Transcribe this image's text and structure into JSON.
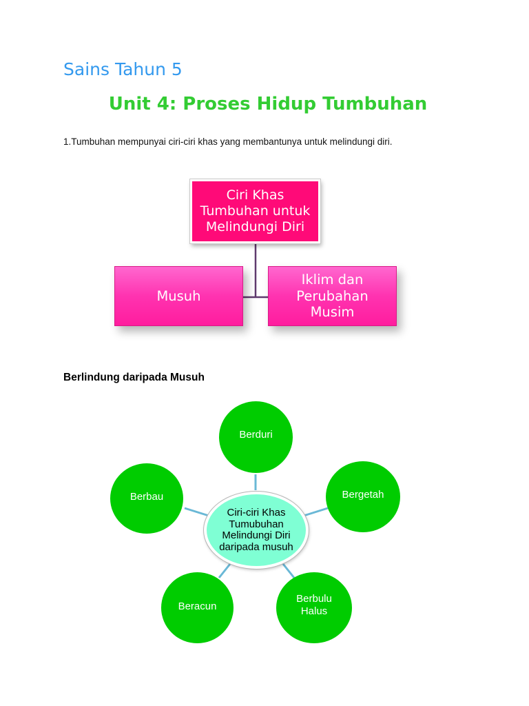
{
  "page": {
    "title": "Sains Tahun 5",
    "unit_title": "Unit 4: Proses Hidup Tumbuhan",
    "intro_text": "1.Tumbuhan mempunyai ciri-ciri khas yang membantunya untuk melindungi diri.",
    "section_heading": "Berlindung daripada Musuh"
  },
  "hierarchy": {
    "root": "Ciri Khas Tumbuhan untuk Melindungi Diri",
    "left": "Musuh",
    "right": "Iklim dan Perubahan Musim"
  },
  "spider": {
    "center": "Ciri-ciri Khas Tumubuhan Melindungi Diri daripada musuh",
    "nodes": [
      "Berduri",
      "Bergetah",
      "Berbulu Halus",
      "Beracun",
      "Berbau"
    ]
  },
  "colors": {
    "title": "#3399ee",
    "unit_title": "#33cc33",
    "root_box": "#ff0a78",
    "child_box": "#ff33b0",
    "node": "#00cc00",
    "center": "#7fffd4",
    "connector": "#6ab8d6"
  }
}
